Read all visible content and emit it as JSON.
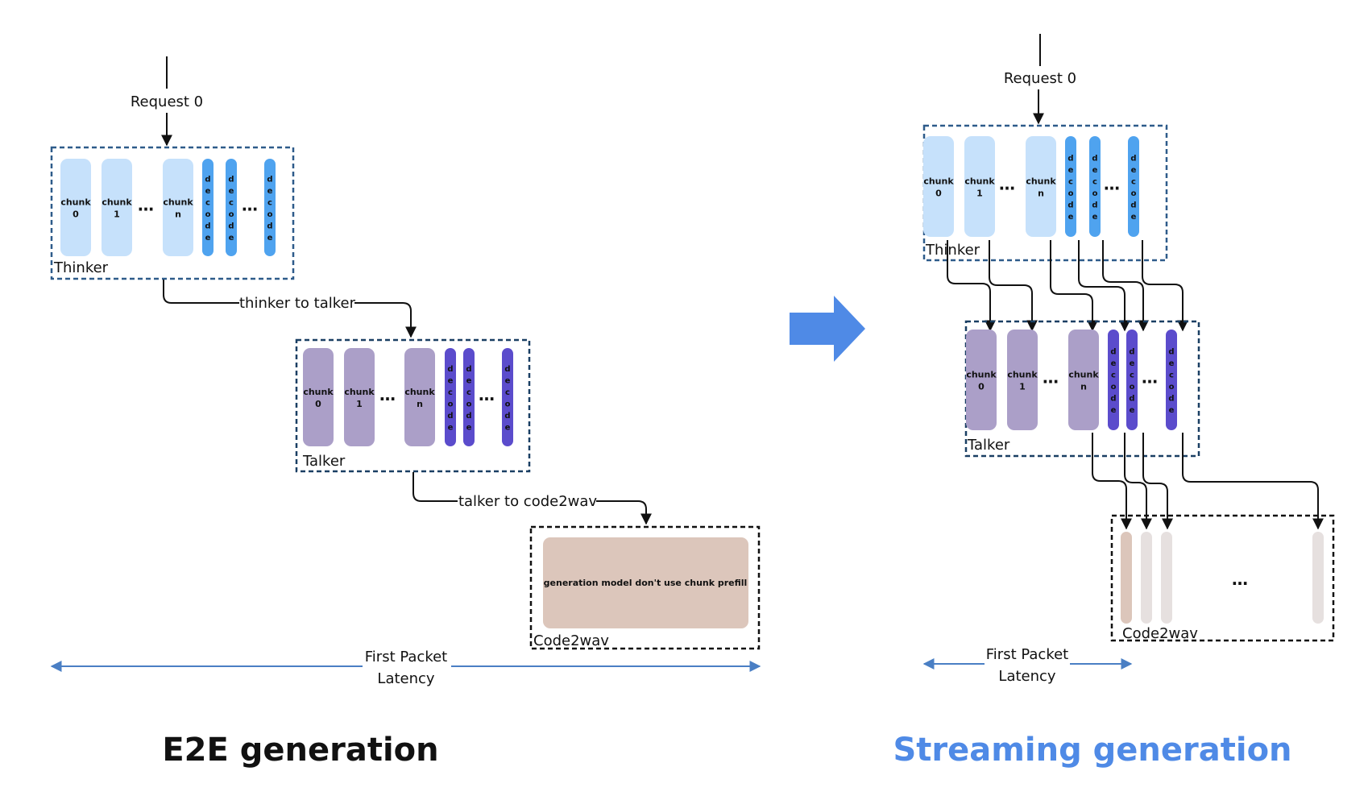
{
  "colors": {
    "thinker_chunk": "#c6e1fb",
    "thinker_decode": "#4fa3ef",
    "talker_chunk": "#ab9fc8",
    "talker_decode": "#5b4ccc",
    "code2wav_fill": "#dcc6bb",
    "code2wav_slot": "#e6e0df",
    "big_arrow": "#4f8ae6",
    "latency_arrow": "#4a7fc4",
    "title_left": "#111111",
    "title_right": "#4f8ae6"
  },
  "labels": {
    "request": "Request 0",
    "thinker": "Thinker",
    "talker": "Talker",
    "code2wav": "Code2wav",
    "thinker_to_talker": "thinker to talker",
    "talker_to_code2wav": "talker to code2wav",
    "code2wav_note": "generation model don't use chunk prefill",
    "latency_line1": "First Packet",
    "latency_line2": "Latency",
    "chunk_word": "chunk",
    "chunk_0": "0",
    "chunk_1": "1",
    "chunk_n": "n",
    "decode_letters": [
      "d",
      "e",
      "c",
      "o",
      "d",
      "e"
    ],
    "dots": "…",
    "title_left": "E2E generation",
    "title_right": "Streaming generation"
  }
}
